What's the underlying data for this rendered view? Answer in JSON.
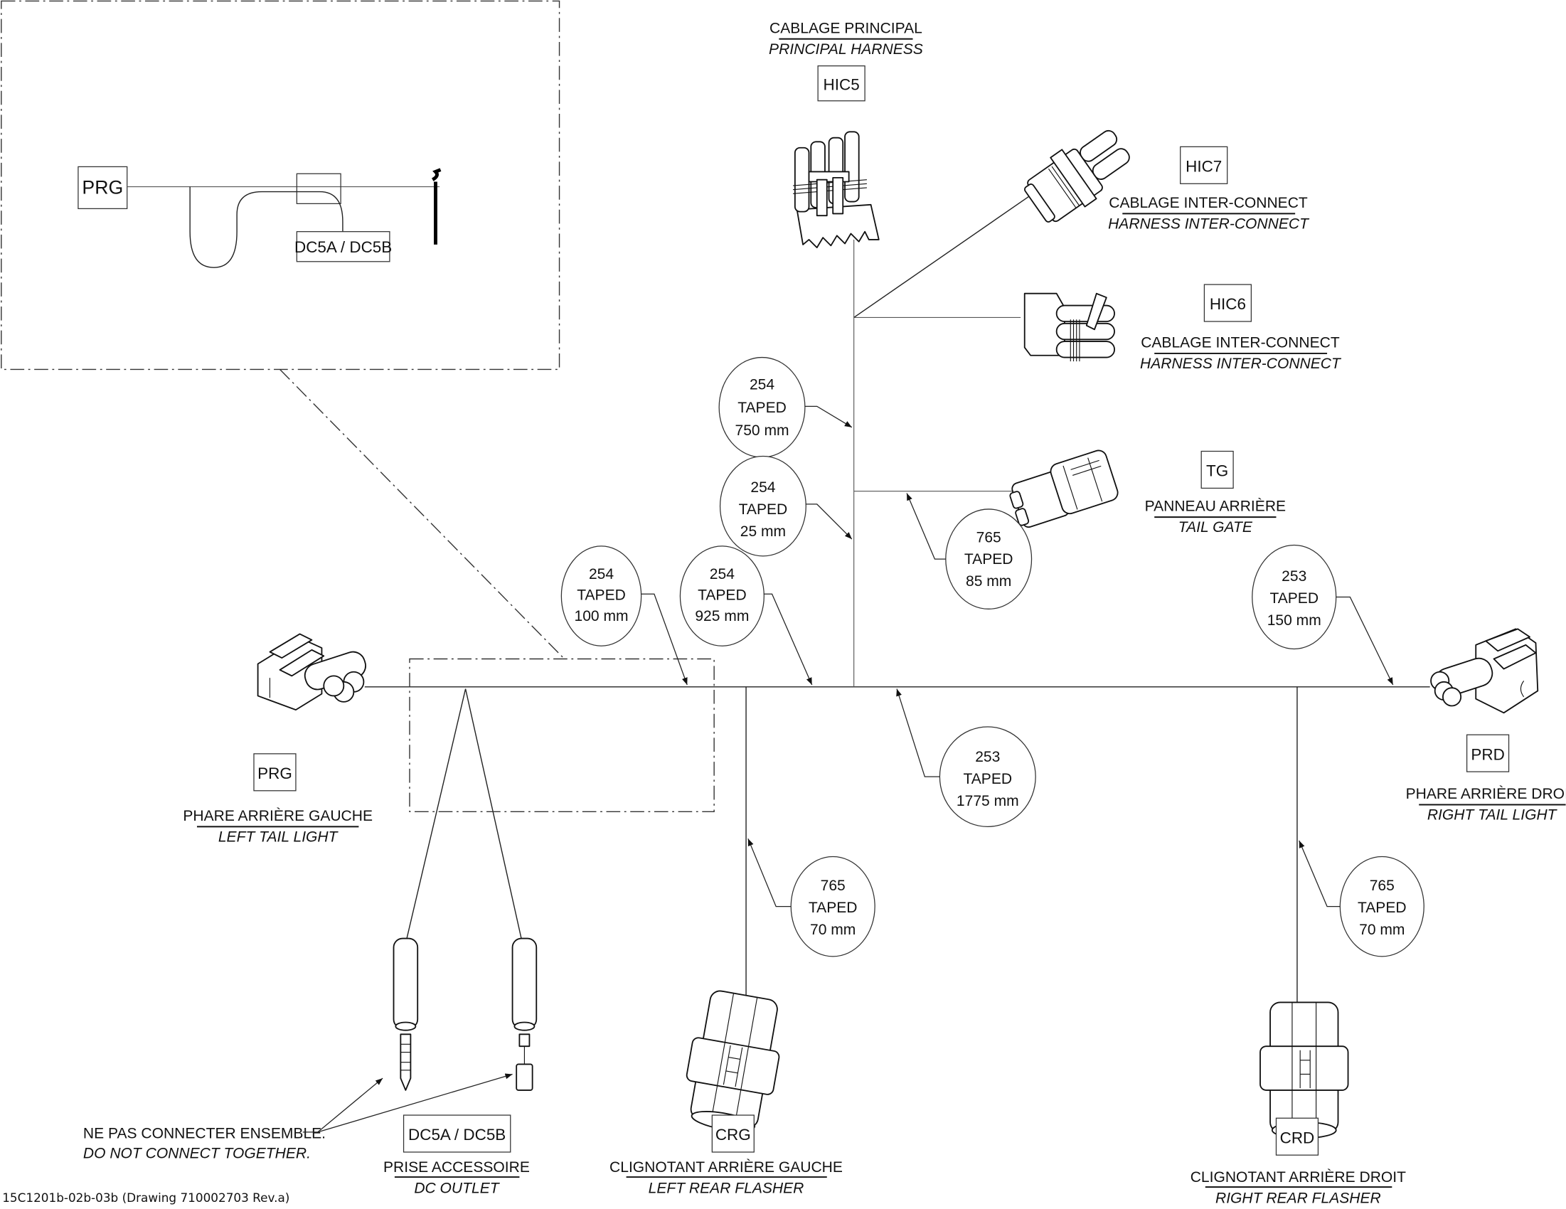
{
  "diagram": {
    "title": "Rear harness connector diagram",
    "footer": "15C1201b-02b-03b (Drawing 710002703 Rev.a)",
    "inset": {
      "tag_main": "PRG",
      "tag_dc": "DC5A / DC5B"
    },
    "connectors": [
      {
        "id": "HIC5",
        "tag": "HIC5",
        "label_fr": "CABLAGE PRINCIPAL",
        "label_en": "PRINCIPAL HARNESS",
        "icon": "four-pin-connector-icon"
      },
      {
        "id": "HIC7",
        "tag": "HIC7",
        "label_fr": "CABLAGE INTER-CONNECT",
        "label_en": "HARNESS INTER-CONNECT",
        "icon": "interconnect-connector-icon"
      },
      {
        "id": "HIC6",
        "tag": "HIC6",
        "label_fr": "CABLAGE INTER-CONNECT",
        "label_en": "HARNESS INTER-CONNECT",
        "icon": "interconnect-connector-icon"
      },
      {
        "id": "TG",
        "tag": "TG",
        "label_fr": "PANNEAU ARRIÈRE",
        "label_en": "TAIL GATE",
        "icon": "tailgate-connector-icon"
      },
      {
        "id": "PRG",
        "tag": "PRG",
        "label_fr": "PHARE ARRIÈRE GAUCHE",
        "label_en": "LEFT TAIL LIGHT",
        "icon": "tail-light-connector-icon"
      },
      {
        "id": "PRD",
        "tag": "PRD",
        "label_fr": "PHARE ARRIÈRE DROIT",
        "label_en": "RIGHT TAIL LIGHT",
        "icon": "tail-light-connector-icon"
      },
      {
        "id": "DC",
        "tag": "DC5A / DC5B",
        "label_fr": "PRISE ACCESSOIRE",
        "label_en": "DC OUTLET",
        "icon": "dc-terminal-icon"
      },
      {
        "id": "CRG",
        "tag": "CRG",
        "label_fr": "CLIGNOTANT ARRIÈRE GAUCHE",
        "label_en": "LEFT REAR FLASHER",
        "icon": "flasher-connector-icon"
      },
      {
        "id": "CRD",
        "tag": "CRD",
        "label_fr": "CLIGNOTANT ARRIÈRE DROIT",
        "label_en": "RIGHT REAR FLASHER",
        "icon": "flasher-connector-icon"
      }
    ],
    "segments": [
      {
        "id": "seg-750",
        "code": "254",
        "type": "TAPED",
        "length": "750 mm"
      },
      {
        "id": "seg-25",
        "code": "254",
        "type": "TAPED",
        "length": "25 mm"
      },
      {
        "id": "seg-85",
        "code": "765",
        "type": "TAPED",
        "length": "85 mm"
      },
      {
        "id": "seg-100",
        "code": "254",
        "type": "TAPED",
        "length": "100 mm"
      },
      {
        "id": "seg-925",
        "code": "254",
        "type": "TAPED",
        "length": "925 mm"
      },
      {
        "id": "seg-150",
        "code": "253",
        "type": "TAPED",
        "length": "150 mm"
      },
      {
        "id": "seg-1775",
        "code": "253",
        "type": "TAPED",
        "length": "1775 mm"
      },
      {
        "id": "seg-70-left",
        "code": "765",
        "type": "TAPED",
        "length": "70 mm"
      },
      {
        "id": "seg-70-right",
        "code": "765",
        "type": "TAPED",
        "length": "70 mm"
      }
    ],
    "note": {
      "fr": "NE PAS CONNECTER ENSEMBLE.",
      "en": "DO NOT CONNECT TOGETHER."
    }
  }
}
